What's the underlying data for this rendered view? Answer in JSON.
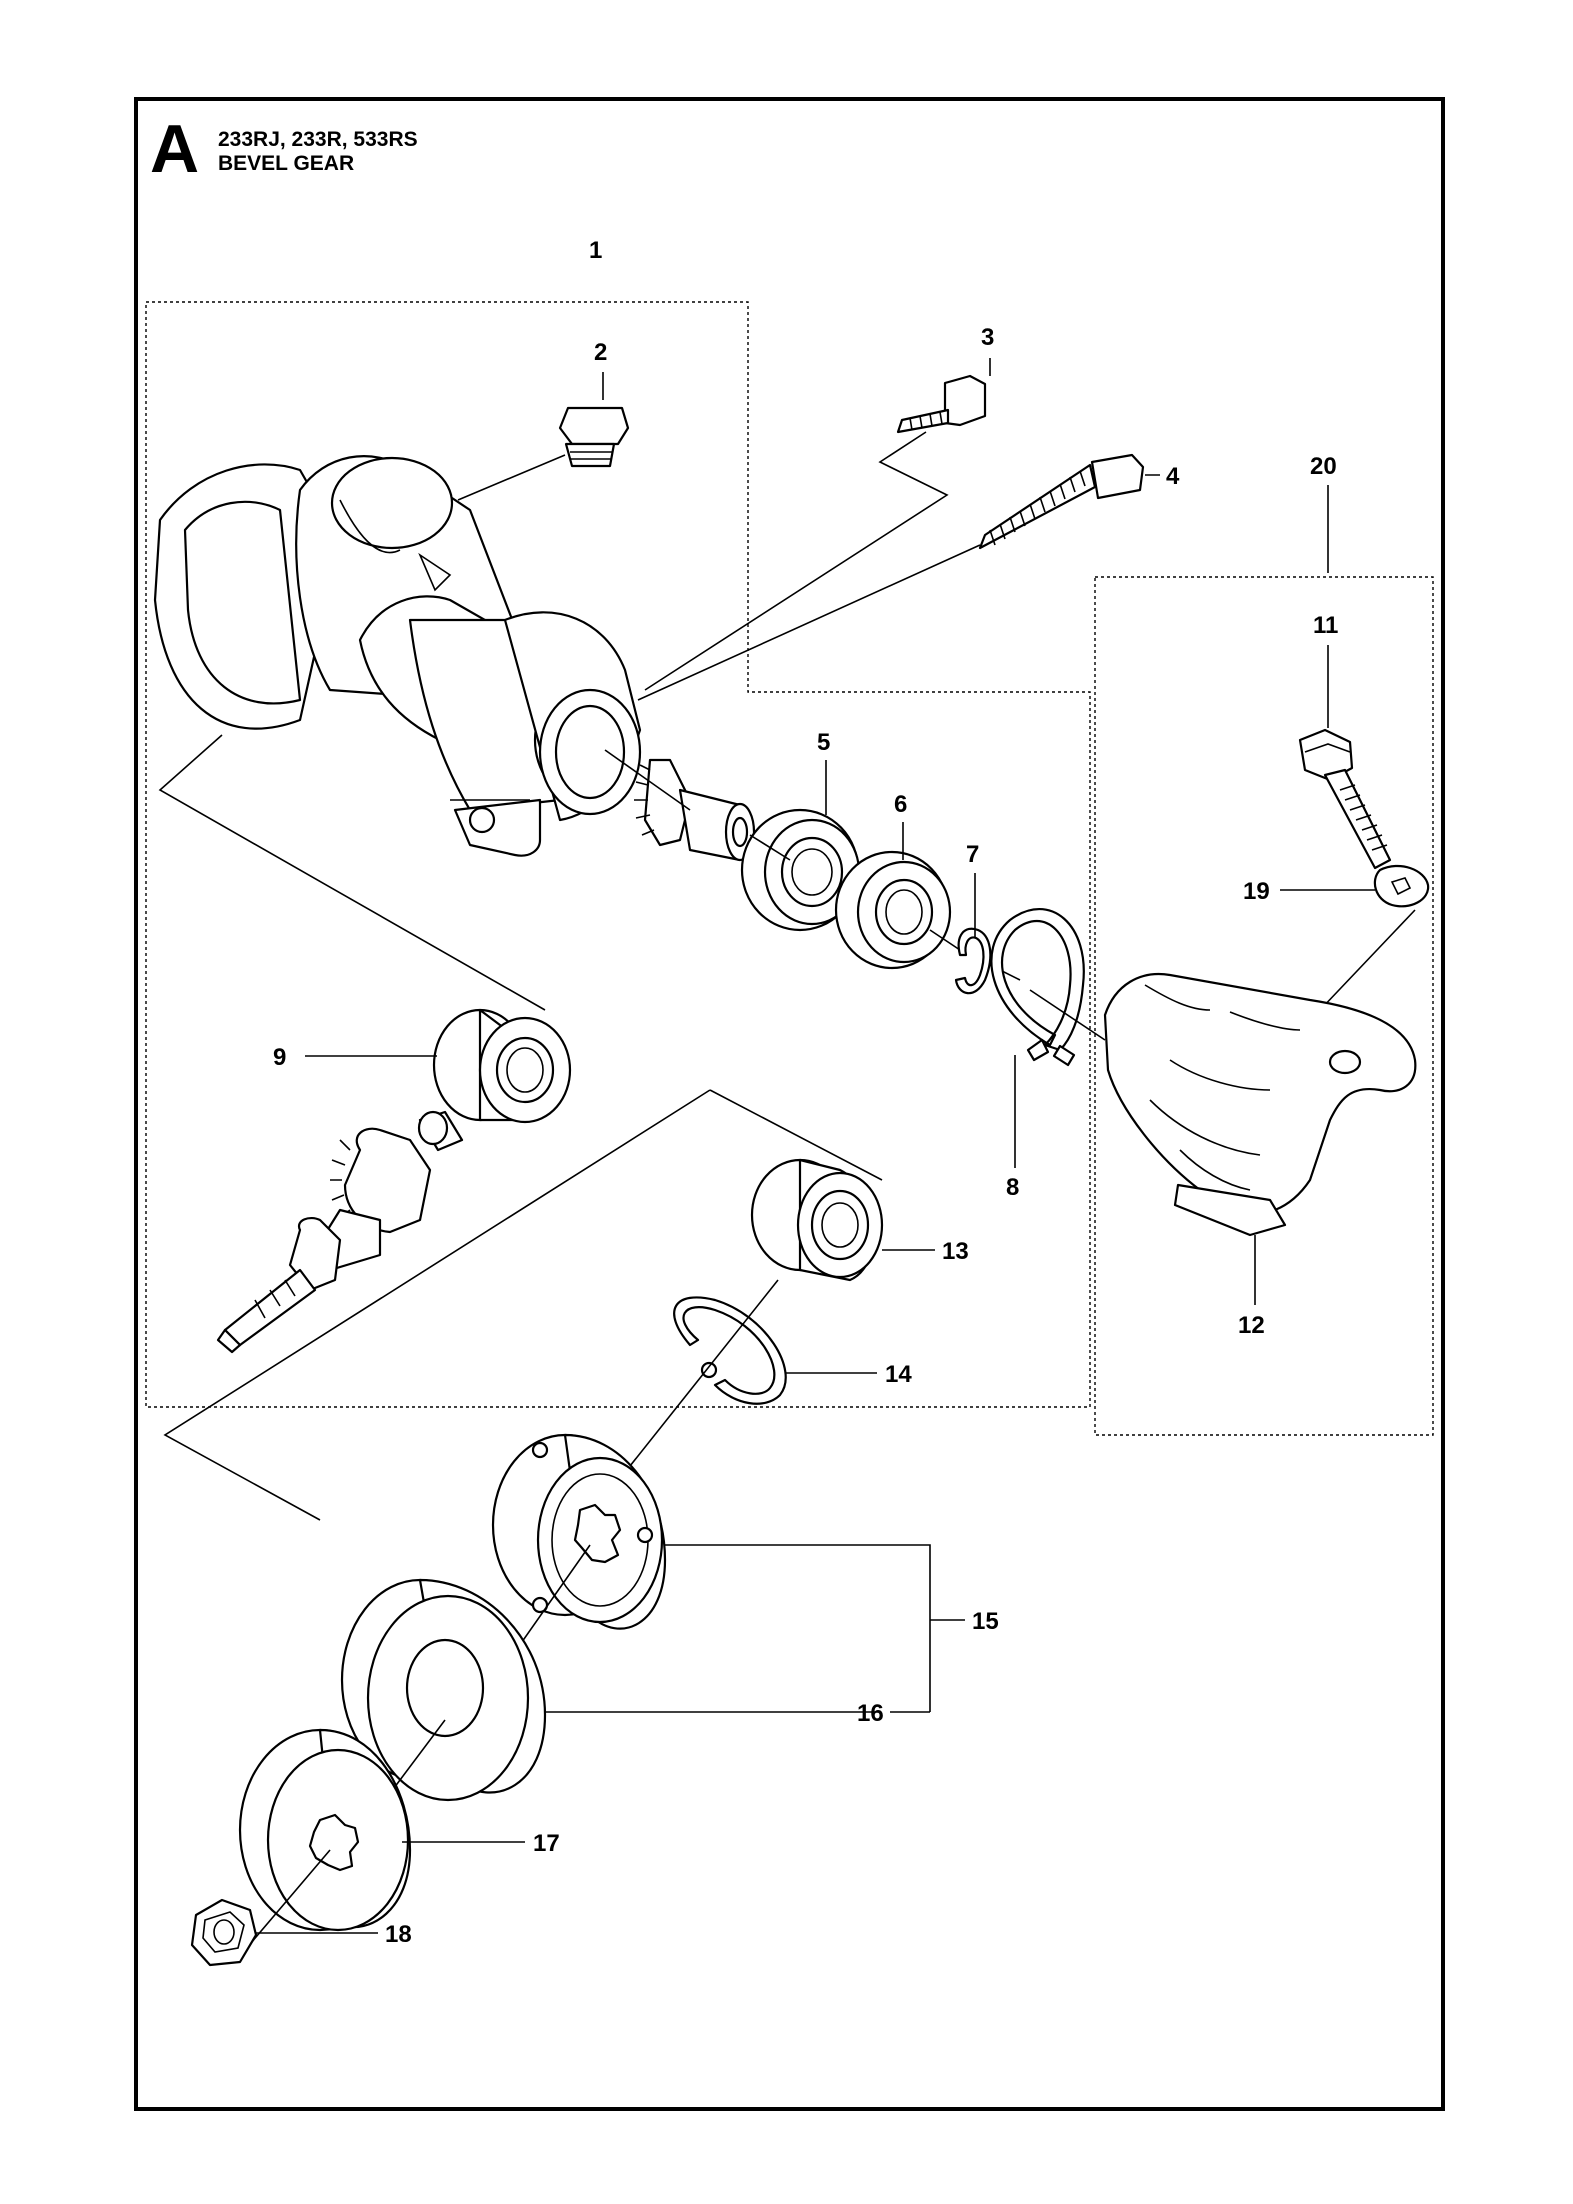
{
  "header": {
    "section_letter": "A",
    "models": "233RJ, 233R, 533RS",
    "assembly_title": "BEVEL GEAR"
  },
  "callouts": [
    "1",
    "2",
    "3",
    "4",
    "5",
    "6",
    "7",
    "8",
    "9",
    "11",
    "12",
    "13",
    "14",
    "15",
    "16",
    "17",
    "18",
    "19",
    "20"
  ]
}
